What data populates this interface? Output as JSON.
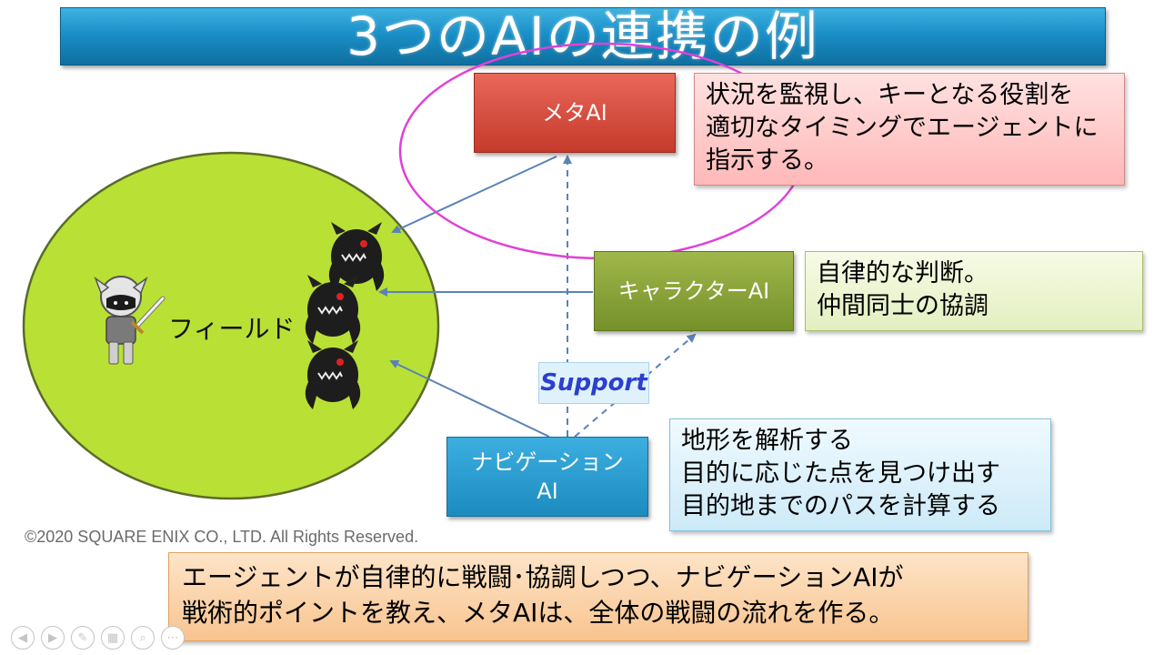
{
  "slide": {
    "title": "3つのAIの連携の例",
    "meta_ai": {
      "label": "メタAI",
      "note_lines": [
        "状況を監視し、キーとなる役割を",
        "適切なタイミングでエージェントに",
        "指示する。"
      ]
    },
    "character_ai": {
      "label": "キャラクターAI",
      "note_lines": [
        "自律的な判断。",
        "仲間同士の協調"
      ]
    },
    "navigation_ai": {
      "label_lines": [
        "ナビゲーション",
        "AI"
      ],
      "note_lines": [
        "地形を解析する",
        "目的に応じた点を見つけ出す",
        "目的地までのパスを計算する"
      ]
    },
    "support_label": "Support",
    "field_label": "フィールド",
    "copyright": "©2020 SQUARE ENIX CO., LTD. All Rights Reserved.",
    "summary_lines": [
      "エージェントが自律的に戦闘･協調しつつ、ナビゲーションAIが",
      "戦術的ポイントを教え、メタAIは、全体の戦闘の流れを作る。"
    ]
  },
  "colors": {
    "title_banner": "#1a8fc8",
    "meta_ai_box": "#c53a2b",
    "character_ai_box": "#76902a",
    "navigation_ai_box": "#1c8cc0",
    "field": "#b9e035",
    "highlight_ellipse": "#e040d8",
    "arrow": "#5a82b8",
    "support_text": "#2b3fd0"
  },
  "icons": {
    "hero": "knight-with-sword-icon",
    "enemy": "horned-black-monster-icon",
    "slide_controls": [
      "previous-icon",
      "next-icon",
      "pen-icon",
      "slides-grid-icon",
      "zoom-icon",
      "more-icon"
    ]
  }
}
